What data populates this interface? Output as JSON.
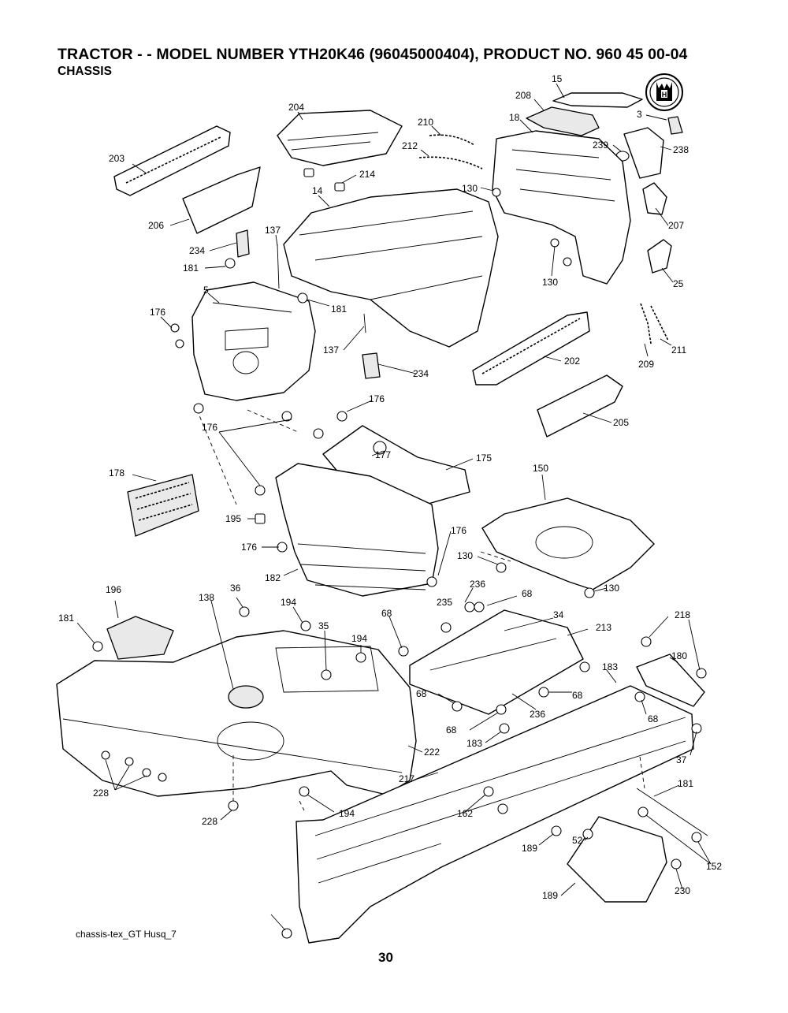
{
  "header": {
    "title": "TRACTOR - - MODEL NUMBER YTH20K46 (96045000404), PRODUCT NO. 960 45 00-04",
    "subtitle": "CHASSIS"
  },
  "footer": {
    "file_label": "chassis-tex_GT Husq_7",
    "page_number": "30"
  },
  "logo": {
    "icon": "husqvarna-crown-logo-icon"
  },
  "callouts": [
    "15",
    "208",
    "3",
    "18",
    "210",
    "239",
    "238",
    "204",
    "212",
    "214",
    "203",
    "130",
    "14",
    "206",
    "207",
    "137",
    "234",
    "181",
    "5",
    "181",
    "130",
    "25",
    "176",
    "137",
    "202",
    "209",
    "211",
    "234",
    "176",
    "205",
    "176",
    "177",
    "175",
    "178",
    "150",
    "195",
    "176",
    "176",
    "130",
    "182",
    "130",
    "236",
    "68",
    "196",
    "36",
    "194",
    "35",
    "68",
    "235",
    "181",
    "138",
    "194",
    "34",
    "213",
    "218",
    "180",
    "183",
    "68",
    "68",
    "68",
    "236",
    "183",
    "68",
    "37",
    "222",
    "228",
    "217",
    "181",
    "194",
    "162",
    "228",
    "189",
    "52",
    "152",
    "189",
    "230"
  ]
}
